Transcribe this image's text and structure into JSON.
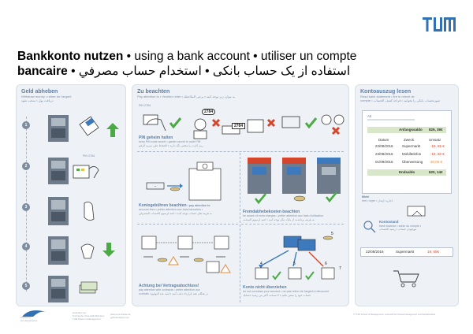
{
  "title": {
    "line1_de": "Bankkonto nutzen",
    "line1_rest": " • using a bank account • utiliser un compte",
    "line2_fr": "bancaire",
    "line2_rest": " • استفاده از یک حساب بانکی • استخدام حساب مصرفي"
  },
  "col1": {
    "heading": "Geld abheben",
    "sub": "Withdraw money • retirer de l'argent",
    "sub_rtl": "دریافت پول • سحب نقود",
    "steps": [
      "1",
      "2",
      "3",
      "4",
      "5"
    ],
    "pin_code": "PIN 2784"
  },
  "col2": {
    "heading": "Zu beachten",
    "sub": "Pay attention to • Veuillez noter • به موارد زیر توجه کنید • یرجی الملاحظة",
    "pin_code_small": "PIN 2784",
    "pin_number_1": "2784",
    "pin_number_2": "2784",
    "pin_title": "PIN geheim halten",
    "pin_sub": "keep PIN code secret • garder secret le code PIN",
    "pin_sub_rtl": "رمز کارت را مخفی نگه دارید • الحفاظ على سرية الرقم",
    "fees_title": "Kontogebühren beachten",
    "fees_title_rest": " • pay attention to",
    "fees_sub": "account fees • prêter attention aux frais bancaires •",
    "fees_sub_rtl": "به هزینه های حساب توجه کنید • انتبه لرسوم الحساب المصرفي",
    "foreign_title": "Fremdabhebekosten beachten",
    "foreign_sub": "be aware of extra charges • prêter attention aux frais d'utilisation",
    "foreign_sub_rtl": "به هزینه برداشت از بانک دیگر توجه کنید • انتبه لرسوم السحب",
    "contract_title": "Achtung bei Vertragsabschluss!",
    "contract_sub": "pay attention with contracts • prêter attention aux",
    "contract_sub2": "contrats •",
    "contract_sub_rtl": "در هنگام عقد قرارداد دقت کنید • انتبه عند التوقيع",
    "overdraw_title": "Konto nicht überziehen",
    "overdraw_sub": "do not overdraw your account • ne pas retirer de l'argent à découvert",
    "overdraw_sub_rtl": "حساب خود را منفی نکنید • لا تسحب أكثر من رصيد حسابك",
    "amounts": [
      "4",
      "5",
      "6",
      "7",
      "5"
    ],
    "dash": "-"
  },
  "col3": {
    "heading": "Kontoauszug lesen",
    "sub": "Read bank statement • lire le relevé de",
    "sub2": "compte •",
    "sub_rtl": "صورتحساب بانکی را بخوانید • قراءة كشف الحساب",
    "card_name": "A5",
    "anfangssaldo_label": "Anfangssaldo",
    "anfangssaldo_value": "829, 39€",
    "headers": [
      "Datum",
      "Zweck",
      "Umsatz"
    ],
    "rows": [
      {
        "date": "22/08/2016",
        "purpose": "Supermarkt",
        "amount": "-19, 65 €"
      },
      {
        "date": "23/08/2016",
        "purpose": "Mobiltelefon",
        "amount": "-19, 60 €"
      },
      {
        "date": "01/09/2016",
        "purpose": "Überweisung",
        "amount": "30,00 €"
      }
    ],
    "endsaldo_label": "Endsaldo",
    "endsaldo_value": "820, 14€",
    "miete_label": "Miete",
    "miete_sub": "rent • loyer • اجاره • إيجار",
    "kontostand_label": "Kontostand",
    "kontostand_sub": "bank balance • solde du compte •",
    "kontostand_rtl": "موجودی حساب • رصيد الحساب",
    "example_date": "22/08/2016",
    "example_purpose": "Supermarkt",
    "example_amount": "19, 65€"
  },
  "footer": {
    "brand": "inspired by",
    "brand2": "tum.de/gofinance",
    "text1": "Gefördert von:",
    "text2": "Technische Universität München",
    "text3": "TUM School of Management",
    "text4": "www.ernst-franke.de",
    "text5": "gofinance@tum.de",
    "right": "© TUM School of Management, Lehrstuhl für Finanzmanagement und Kapitalmärkte"
  },
  "colors": {
    "brand": "#3070b3",
    "panel": "#eef2f7",
    "heading": "#5a7fa8",
    "green": "#4caa46",
    "red": "#d5452b",
    "orange": "#e8893c"
  }
}
